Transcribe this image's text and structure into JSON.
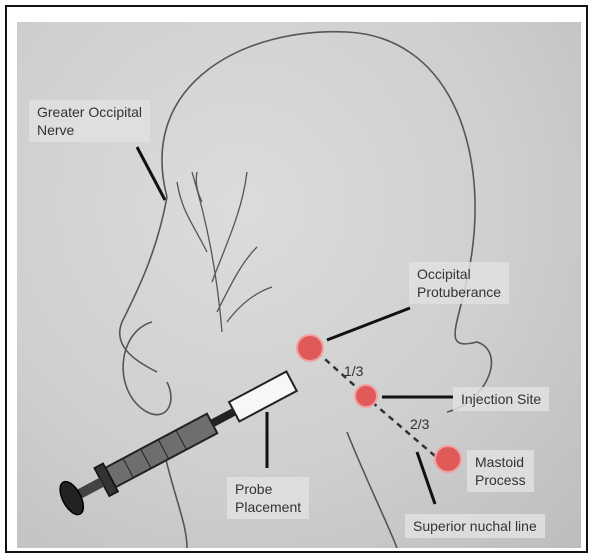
{
  "labels": {
    "greater_occipital_nerve": "Greater Occipital\nNerve",
    "occipital_protuberance": "Occipital\nProtuberance",
    "injection_site": "Injection Site",
    "mastoid_process": "Mastoid\nProcess",
    "superior_nuchal_line": "Superior nuchal line",
    "probe_placement": "Probe\nPlacement",
    "one_third": "1/3",
    "two_thirds": "2/3"
  },
  "colors": {
    "marker": "#e05a5a",
    "line": "#111111",
    "sketch": "#555555"
  }
}
